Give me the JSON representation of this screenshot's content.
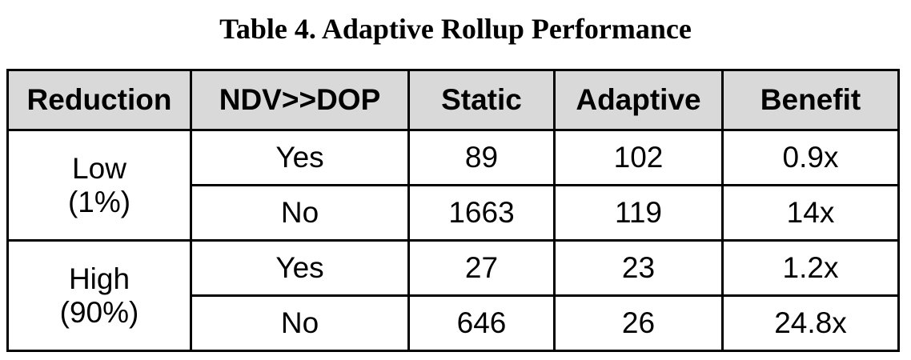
{
  "caption": "Table 4. Adaptive Rollup Performance",
  "columns": [
    "Reduction",
    "NDV>>DOP",
    "Static",
    "Adaptive",
    "Benefit"
  ],
  "groups": [
    {
      "reduction_line1": "Low",
      "reduction_line2": "(1%)",
      "rows": [
        {
          "ndv_dop": "Yes",
          "static": "89",
          "adaptive": "102",
          "benefit": "0.9x"
        },
        {
          "ndv_dop": "No",
          "static": "1663",
          "adaptive": "119",
          "benefit": "14x"
        }
      ]
    },
    {
      "reduction_line1": "High",
      "reduction_line2": "(90%)",
      "rows": [
        {
          "ndv_dop": "Yes",
          "static": "27",
          "adaptive": "23",
          "benefit": "1.2x"
        },
        {
          "ndv_dop": "No",
          "static": "646",
          "adaptive": "26",
          "benefit": "24.8x"
        }
      ]
    }
  ]
}
